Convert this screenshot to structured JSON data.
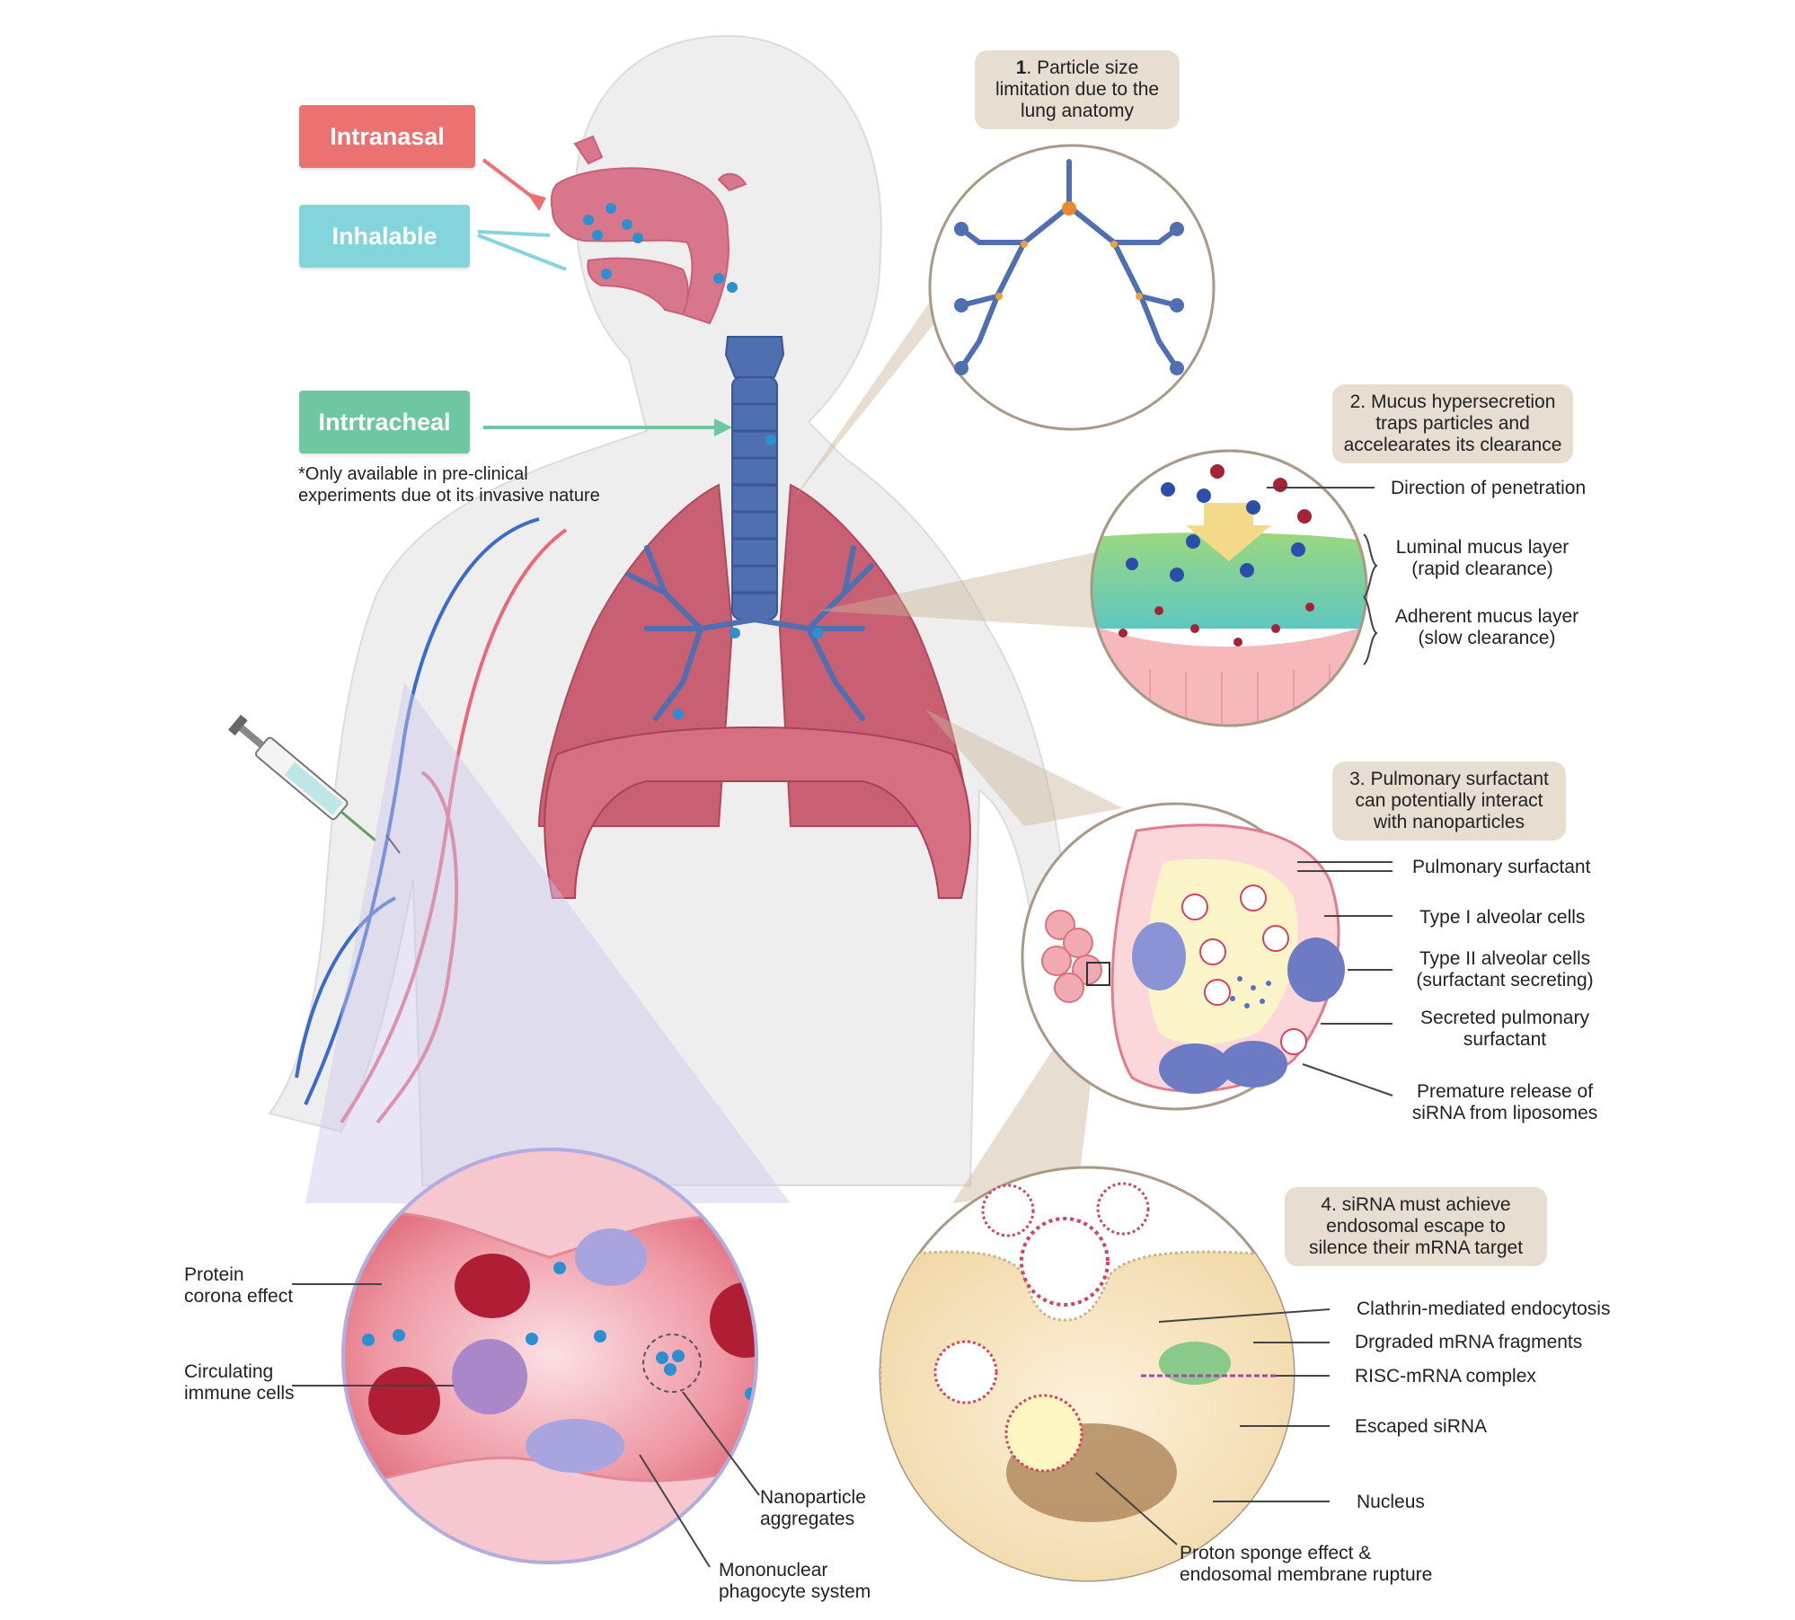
{
  "routes": {
    "intranasal": "Intranasal",
    "inhalable": "Inhalable",
    "intratracheal": "Intrtracheal",
    "note_line1": "*Only available in pre-clinical",
    "note_line2": "experiments due ot its invasive nature"
  },
  "steps": {
    "s1": {
      "num": "1",
      "l1": ". Particle size",
      "l2": "limitation due to the",
      "l3": "lung anatomy"
    },
    "s2": {
      "l1": "2. Mucus hypersecretion",
      "l2": "traps particles and",
      "l3": "accelearates its clearance"
    },
    "s3": {
      "l1": "3. Pulmonary surfactant",
      "l2": "can potentially interact",
      "l3": "with nanoparticles"
    },
    "s4": {
      "l1": "4. siRNA must achieve",
      "l2": "endosomal escape to",
      "l3": "silence their mRNA target"
    }
  },
  "mucus_labels": {
    "direction": "Direction of penetration",
    "luminal_1": "Luminal mucus layer",
    "luminal_2": "(rapid clearance)",
    "adherent_1": "Adherent mucus layer",
    "adherent_2": "(slow clearance)"
  },
  "alveolus_labels": {
    "surfactant": "Pulmonary surfactant",
    "type1": "Type I alveolar cells",
    "type2_1": "Type II alveolar cells",
    "type2_2": "(surfactant secreting)",
    "secreted_1": "Secreted pulmonary",
    "secreted_2": "surfactant",
    "premature_1": "Premature release of",
    "premature_2": "siRNA from liposomes"
  },
  "cell_labels": {
    "clathrin": "Clathrin-mediated endocytosis",
    "degraded": "Drgraded mRNA fragments",
    "risc": "RISC-mRNA complex",
    "escaped": "Escaped siRNA",
    "nucleus": "Nucleus",
    "proton_1": "Proton sponge effect &",
    "proton_2": "endosomal membrane rupture"
  },
  "blood_labels": {
    "corona_1": "Protein",
    "corona_2": "corona effect",
    "immune_1": "Circulating",
    "immune_2": "immune cells",
    "aggregates_1": "Nanoparticle",
    "aggregates_2": "aggregates",
    "mps_1": "Mononuclear",
    "mps_2": "phagocyte system"
  },
  "colors": {
    "intranasal": "#ec7272",
    "inhalable": "#84d4dc",
    "intratracheal": "#6fc7a1",
    "step_box": "#e7ddd0",
    "lung": "#c8586c",
    "airway": "#4f6fb0",
    "nanoparticle": "#2e8fd0"
  }
}
